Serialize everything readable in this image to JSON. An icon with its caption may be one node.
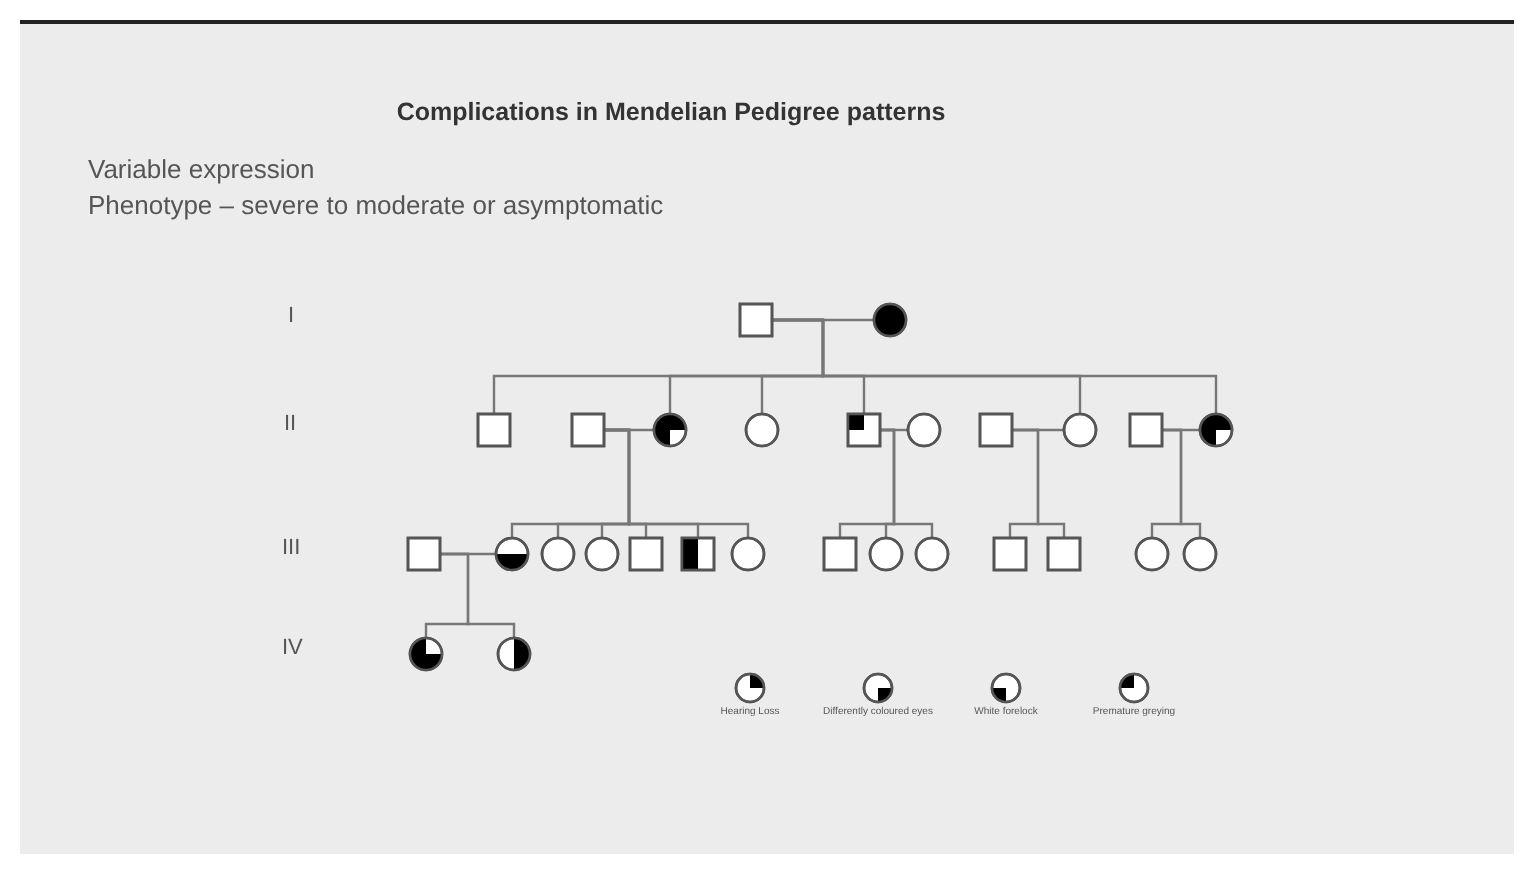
{
  "diagram": {
    "title": "Complications in Mendelian Pedigree patterns",
    "nodes": [
      {
        "text": [],
        "shape": "box"
      },
      {
        "text": [],
        "shape": "circle"
      },
      {
        "text": [],
        "shape": "box"
      },
      {
        "text": [],
        "shape": "box"
      },
      {
        "text": [],
        "shape": "circle"
      },
      {
        "text": [],
        "shape": "circle"
      },
      {
        "text": [],
        "shape": "box"
      },
      {
        "text": [],
        "shape": "circle"
      },
      {
        "text": [],
        "shape": "box"
      },
      {
        "text": [],
        "shape": "circle"
      },
      {
        "text": [],
        "shape": "box"
      },
      {
        "text": [],
        "shape": "circle"
      },
      {
        "text": [],
        "shape": "box"
      },
      {
        "text": [],
        "shape": "circle"
      },
      {
        "text": [],
        "shape": "circle"
      },
      {
        "text": [],
        "shape": "circle"
      },
      {
        "text": [],
        "shape": "box"
      },
      {
        "text": [],
        "shape": "box"
      },
      {
        "text": [],
        "shape": "circle"
      },
      {
        "text": [],
        "shape": "box"
      },
      {
        "text": [],
        "shape": "circle"
      },
      {
        "text": [],
        "shape": "circle"
      },
      {
        "text": [],
        "shape": "box"
      },
      {
        "text": [],
        "shape": "box"
      },
      {
        "text": [],
        "shape": "circle"
      },
      {
        "text": [],
        "shape": "circle"
      },
      {
        "text": [],
        "shape": "circle"
      },
      {
        "text": [],
        "shape": "circle"
      }
    ],
    "edges": [
      {
        "from": 0,
        "to": 1,
        "arrow": "none"
      },
      {
        "from": 0,
        "to": 2,
        "arrow": "none"
      },
      {
        "from": 0,
        "to": 4,
        "arrow": "none"
      },
      {
        "from": 0,
        "to": 5,
        "arrow": "none"
      },
      {
        "from": 0,
        "to": 6,
        "arrow": "none"
      },
      {
        "from": 0,
        "to": 9,
        "arrow": "none"
      },
      {
        "from": 0,
        "to": 11,
        "arrow": "none"
      },
      {
        "from": 3,
        "to": 4,
        "arrow": "none"
      },
      {
        "from": 6,
        "to": 7,
        "arrow": "none"
      },
      {
        "from": 8,
        "to": 9,
        "arrow": "none"
      },
      {
        "from": 10,
        "to": 11,
        "arrow": "none"
      },
      {
        "from": 3,
        "to": 13,
        "arrow": "none"
      },
      {
        "from": 3,
        "to": 14,
        "arrow": "none"
      },
      {
        "from": 3,
        "to": 15,
        "arrow": "none"
      },
      {
        "from": 3,
        "to": 16,
        "arrow": "none"
      },
      {
        "from": 3,
        "to": 17,
        "arrow": "none"
      },
      {
        "from": 3,
        "to": 18,
        "arrow": "none"
      },
      {
        "from": 6,
        "to": 19,
        "arrow": "none"
      },
      {
        "from": 6,
        "to": 20,
        "arrow": "none"
      },
      {
        "from": 6,
        "to": 21,
        "arrow": "none"
      },
      {
        "from": 8,
        "to": 22,
        "arrow": "none"
      },
      {
        "from": 8,
        "to": 23,
        "arrow": "none"
      },
      {
        "from": 10,
        "to": 24,
        "arrow": "none"
      },
      {
        "from": 10,
        "to": 25,
        "arrow": "none"
      },
      {
        "from": 12,
        "to": 13,
        "arrow": "none"
      },
      {
        "from": 12,
        "to": 26,
        "arrow": "none"
      },
      {
        "from": 12,
        "to": 27,
        "arrow": "none"
      }
    ],
    "labels": [
      "Variable expression",
      "Phenotype – severe to moderate or asymptomatic",
      "I",
      "II",
      "III",
      "IV"
    ],
    "legend": [
      {
        "text": "Hearing Loss"
      },
      {
        "text": "Differently coloured eyes"
      },
      {
        "text": "White forelock"
      },
      {
        "text": "Premature greying"
      }
    ]
  }
}
